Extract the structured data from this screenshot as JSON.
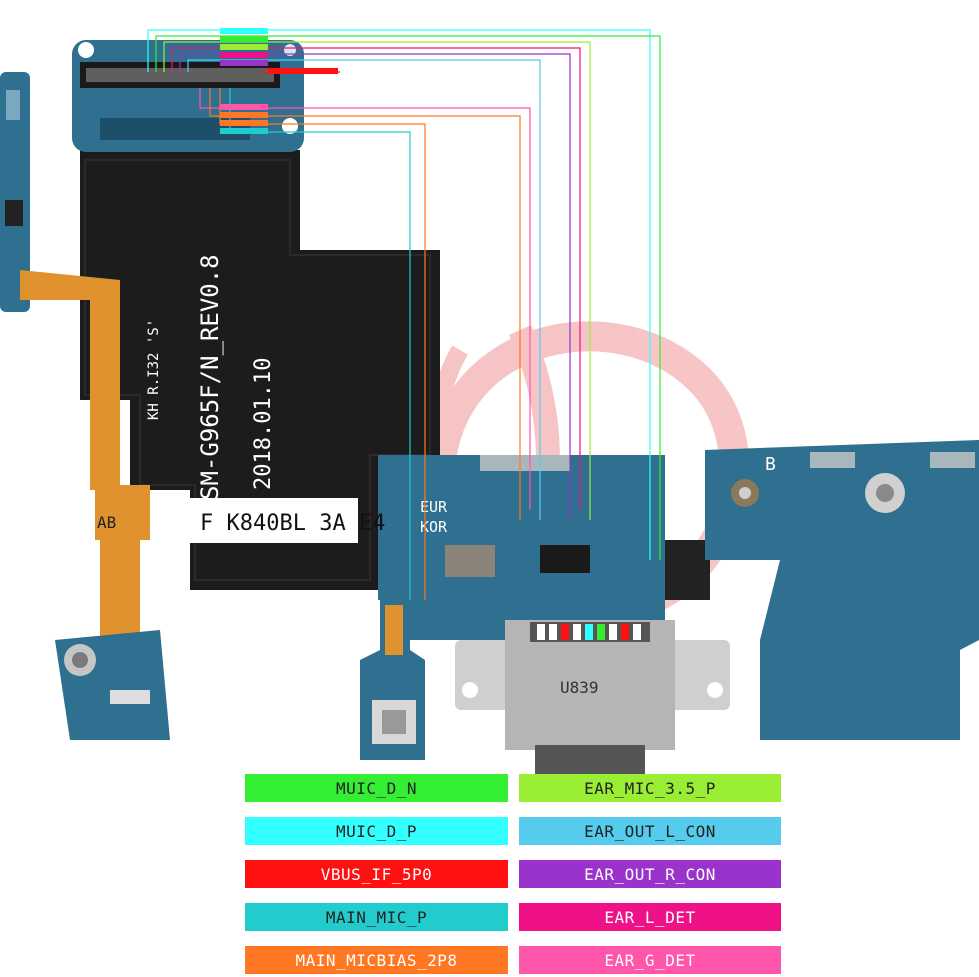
{
  "legend": {
    "left": [
      {
        "label": "MUIC_D_N",
        "color": "#33ee33",
        "text_color": "#222222"
      },
      {
        "label": "MUIC_D_P",
        "color": "#33ffff",
        "text_color": "#222222"
      },
      {
        "label": "VBUS_IF_5P0",
        "color": "#ff1111",
        "text_color": "#ffffff"
      },
      {
        "label": "MAIN_MIC_P",
        "color": "#22cccc",
        "text_color": "#222222"
      },
      {
        "label": "MAIN_MICBIAS_2P8",
        "color": "#ff7722",
        "text_color": "#ffffff"
      }
    ],
    "right": [
      {
        "label": "EAR_MIC_3.5_P",
        "color": "#99ee33",
        "text_color": "#222222"
      },
      {
        "label": "EAR_OUT_L_CON",
        "color": "#55ccee",
        "text_color": "#222222"
      },
      {
        "label": "EAR_OUT_R_CON",
        "color": "#9933cc",
        "text_color": "#ffffff"
      },
      {
        "label": "EAR_L_DET",
        "color": "#ee1188",
        "text_color": "#ffffff"
      },
      {
        "label": "EAR_G_DET",
        "color": "#ff55aa",
        "text_color": "#ffffff"
      }
    ]
  },
  "board_text": {
    "model": "SM-G965F/N_REV0.8",
    "date": "2018.01.10",
    "code_a": "KH R.I32 'S'",
    "code_b": "F K840BL 3A E4",
    "region_1": "EUR",
    "region_2": "KOR",
    "side_label": "B",
    "flex_label": "AB",
    "port_marking": "U839"
  },
  "colors": {
    "pcb": "#2f6f8f",
    "pcb_dark": "#1e4f6a",
    "flex_black": "#1c1c1c",
    "flex_orange": "#e0922e",
    "port_metal": "#b5b5b5",
    "watermark": "#e85a5a"
  }
}
